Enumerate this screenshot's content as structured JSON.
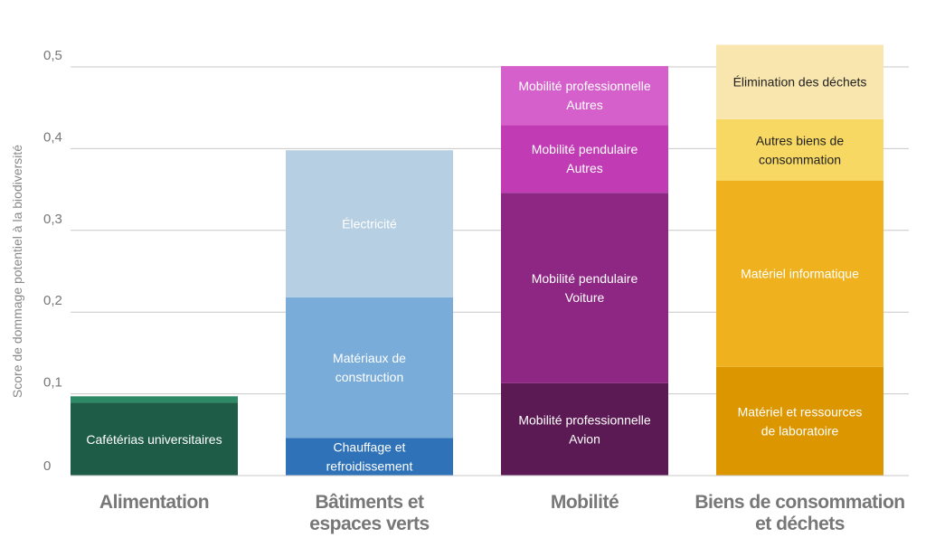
{
  "chart_data": {
    "type": "bar",
    "stacked": true,
    "title": "",
    "xlabel": "",
    "ylabel": "Score de dommage potentiel à la biodiversité",
    "ylim": [
      0,
      0.5
    ],
    "yticks": [
      "0",
      "0,1",
      "0,2",
      "0,3",
      "0,4",
      "0,5"
    ],
    "ytick_values": [
      0,
      0.1,
      0.2,
      0.3,
      0.4,
      0.5
    ],
    "grid": true,
    "categories": [
      {
        "name": "Alimentation",
        "lines": [
          "Alimentation"
        ],
        "segments": [
          {
            "label": [
              "Cafétérias universitaires"
            ],
            "value": 0.089,
            "color": "#1f5c48",
            "text": "#ffffff"
          },
          {
            "label": [],
            "value": 0.008,
            "color": "#2e8a66",
            "text": "#ffffff"
          }
        ]
      },
      {
        "name": "Bâtiments et espaces verts",
        "lines": [
          "Bâtiments et",
          "espaces verts"
        ],
        "segments": [
          {
            "label": [
              "Chauffage et",
              "refroidissement"
            ],
            "value": 0.046,
            "color": "#2f72b8",
            "text": "#ffffff"
          },
          {
            "label": [
              "Matériaux de",
              "construction"
            ],
            "value": 0.172,
            "color": "#79acd8",
            "text": "#ffffff"
          },
          {
            "label": [
              "Électricité"
            ],
            "value": 0.18,
            "color": "#b6cfe3",
            "text": "#ffffff"
          }
        ]
      },
      {
        "name": "Mobilité",
        "lines": [
          "Mobilité"
        ],
        "segments": [
          {
            "label": [
              "Mobilité professionnelle",
              "Avion"
            ],
            "value": 0.113,
            "color": "#5b1a54",
            "text": "#ffffff"
          },
          {
            "label": [
              "Mobilité pendulaire",
              "Voiture"
            ],
            "value": 0.233,
            "color": "#8e2784",
            "text": "#ffffff"
          },
          {
            "label": [
              "Mobilité pendulaire",
              "Autres"
            ],
            "value": 0.083,
            "color": "#c13bb4",
            "text": "#ffffff"
          },
          {
            "label": [
              "Mobilité professionnelle",
              "Autres"
            ],
            "value": 0.072,
            "color": "#d660cb",
            "text": "#ffffff"
          }
        ]
      },
      {
        "name": "Biens de consommation et déchets",
        "lines": [
          "Biens de consommation",
          "et déchets"
        ],
        "segments": [
          {
            "label": [
              "Matériel et ressources",
              "de laboratoire"
            ],
            "value": 0.133,
            "color": "#db9600",
            "text": "#ffffff"
          },
          {
            "label": [
              "Matériel informatique"
            ],
            "value": 0.228,
            "color": "#efb21e",
            "text": "#ffffff"
          },
          {
            "label": [
              "Autres biens de",
              "consommation"
            ],
            "value": 0.075,
            "color": "#f7d862",
            "text": "#222222"
          },
          {
            "label": [
              "Élimination des déchets"
            ],
            "value": 0.091,
            "color": "#f8e6ae",
            "text": "#222222"
          }
        ]
      }
    ]
  }
}
